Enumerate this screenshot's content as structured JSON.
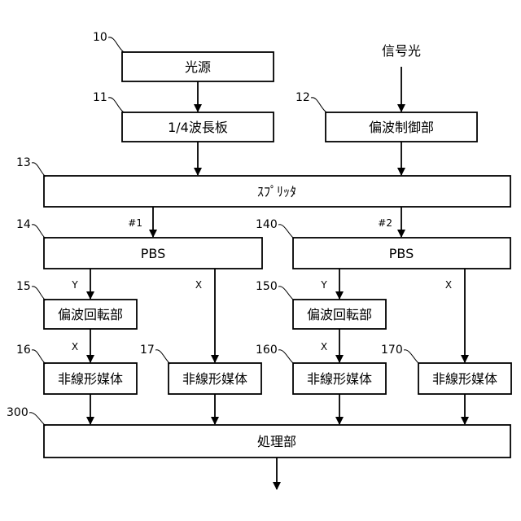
{
  "input_label": "信号光",
  "boxes": {
    "light_source": "光源",
    "quarter_wave_plate": "1/4波長板",
    "polarization_controller": "偏波制御部",
    "splitter": "ｽﾌﾟﾘｯﾀ",
    "pbs_1": "PBS",
    "pbs_2": "PBS",
    "rotator_1": "偏波回転部",
    "rotator_2": "偏波回転部",
    "nonlinear_1": "非線形媒体",
    "nonlinear_2": "非線形媒体",
    "nonlinear_3": "非線形媒体",
    "nonlinear_4": "非線形媒体",
    "processor": "処理部"
  },
  "refs": {
    "light_source": "10",
    "quarter_wave_plate": "11",
    "polarization_controller": "12",
    "splitter": "13",
    "pbs_1": "14",
    "pbs_2": "140",
    "rotator_1": "15",
    "rotator_2": "150",
    "nonlinear_1": "16",
    "nonlinear_2": "17",
    "nonlinear_3": "160",
    "nonlinear_4": "170",
    "processor": "300"
  },
  "port_labels": {
    "out_1": "#1",
    "out_2": "#2",
    "y_1": "Y",
    "x_1": "X",
    "y_2": "Y",
    "x_2": "X",
    "x_rot_1": "X",
    "x_rot_2": "X"
  }
}
